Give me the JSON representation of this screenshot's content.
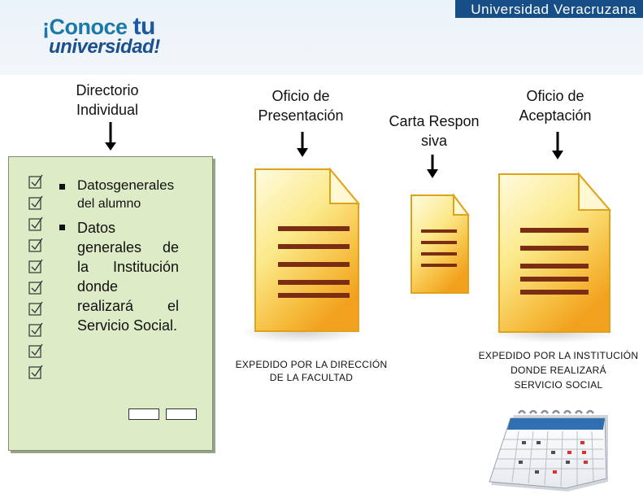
{
  "header": {
    "logo_line1_a": "¡Conoce ",
    "logo_line1_b": "tu",
    "logo_line2": "universidad!",
    "institution": "Universidad Veracruzana"
  },
  "columns": {
    "directorio": "Directorio Individual",
    "oficio_presentacion": "Oficio de Presentación",
    "carta": "Carta Responsiva",
    "oficio_aceptacion": "Oficio de Aceptación"
  },
  "form": {
    "bullets": [
      {
        "line1": "Datosgenerales",
        "line2": "del alumno"
      },
      {
        "lines": [
          "Datos",
          "generales de",
          "la Institución",
          "donde",
          "realizará el",
          "Servicio Social."
        ]
      }
    ]
  },
  "captions": {
    "facultad": [
      "EXPEDIDO POR LA DIRECCIÓN",
      "DE LA FACULTAD"
    ],
    "institucion": [
      "EXPEDIDO POR LA INSTITUCIÓN",
      "DONDE REALIZARÁ",
      "SERVICIO SOCIAL"
    ]
  },
  "icons": {
    "document": "document-icon",
    "calendar": "calendar-icon",
    "checkbox": "checkbox-icon",
    "arrow": "down-arrow-icon"
  },
  "colors": {
    "header_bg": "#eaf2f9",
    "brand_bar": "#184e86",
    "form_bg": "#ddebc6",
    "document_yellow": "#fbe98a",
    "document_orange": "#f2a11e"
  }
}
